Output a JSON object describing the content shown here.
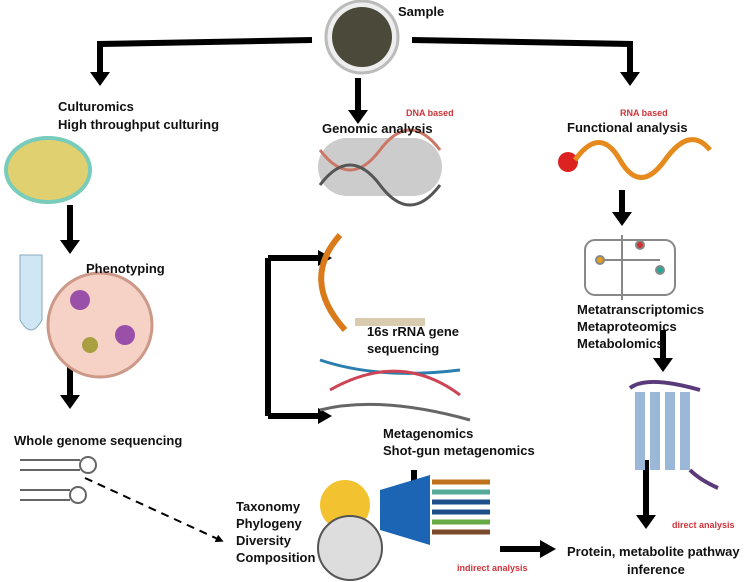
{
  "sample": "Sample",
  "culturomics": [
    "Culturomics",
    "High throughput culturing"
  ],
  "genomic": "Genomic analysis",
  "dna_based": "DNA based",
  "functional": "Functional analysis",
  "rna_based": "RNA based",
  "phenotyping": "Phenotyping",
  "rrna": [
    "16s rRNA gene",
    "sequencing"
  ],
  "meta_omics": [
    "Metatranscriptomics",
    "Metaproteomics",
    "Metabolomics"
  ],
  "metagenomics": [
    "Metagenomics",
    "Shot-gun metagenomics"
  ],
  "wgs": "Whole genome sequencing",
  "taxonomy": [
    "Taxonomy",
    "Phylogeny",
    "Diversity",
    "Composition"
  ],
  "indirect": "indirect analysis",
  "direct": "direct analysis",
  "inference": [
    "Protein, metabolite pathway",
    "inference"
  ],
  "colors": {
    "label_red": "#d0343a",
    "arrow": "#000000"
  }
}
